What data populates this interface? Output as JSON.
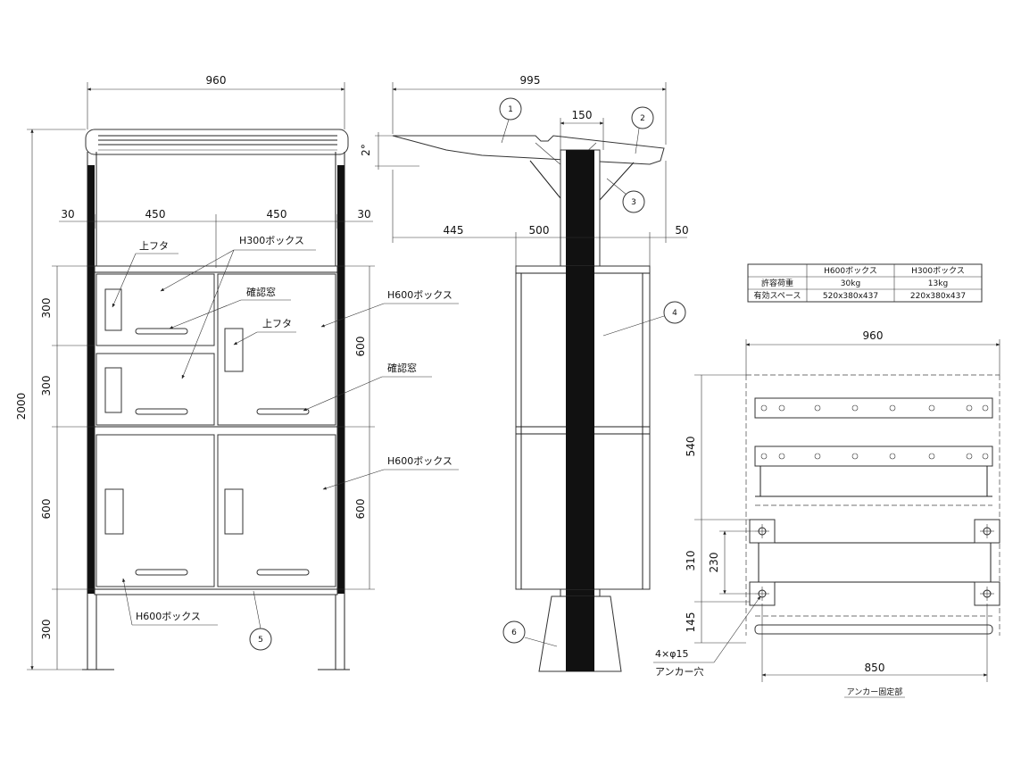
{
  "front_view": {
    "width_dim": "960",
    "height_dim": "2000",
    "side_gap_left": "30",
    "col_left": "450",
    "col_right": "450",
    "side_gap_right": "30",
    "h_300_a": "300",
    "h_300_b": "300",
    "h_600_left": "600",
    "h_300_base": "300",
    "h_600_right_top": "600",
    "h_600_right_bottom": "600",
    "callouts": {
      "lid_1": "上フタ",
      "h300_box": "H300ボックス",
      "window_1": "確認窓",
      "h600_box_1": "H600ボックス",
      "lid_2": "上フタ",
      "window_2": "確認窓",
      "h600_box_2": "H600ボックス",
      "h600_box_3": "H600ボックス"
    },
    "balloon_5": "5"
  },
  "side_view": {
    "depth_dim": "995",
    "post_width": "150",
    "angle": "2°",
    "left_overhang": "445",
    "box_depth": "500",
    "right_overhang": "50",
    "balloons": [
      "1",
      "2",
      "3",
      "4",
      "6"
    ]
  },
  "spec_table": {
    "headers": [
      "",
      "H600ボックス",
      "H300ボックス"
    ],
    "rows": [
      [
        "許容荷重",
        "30kg",
        "13kg"
      ],
      [
        "有効スペース",
        "520x380x437",
        "220x380x437"
      ]
    ]
  },
  "anchor_view": {
    "width_dim": "960",
    "h_540": "540",
    "h_310": "310",
    "h_230": "230",
    "h_145": "145",
    "span_850": "850",
    "hole_note": "4×φ15",
    "hole_label": "アンカー穴",
    "caption": "アンカー固定部"
  }
}
